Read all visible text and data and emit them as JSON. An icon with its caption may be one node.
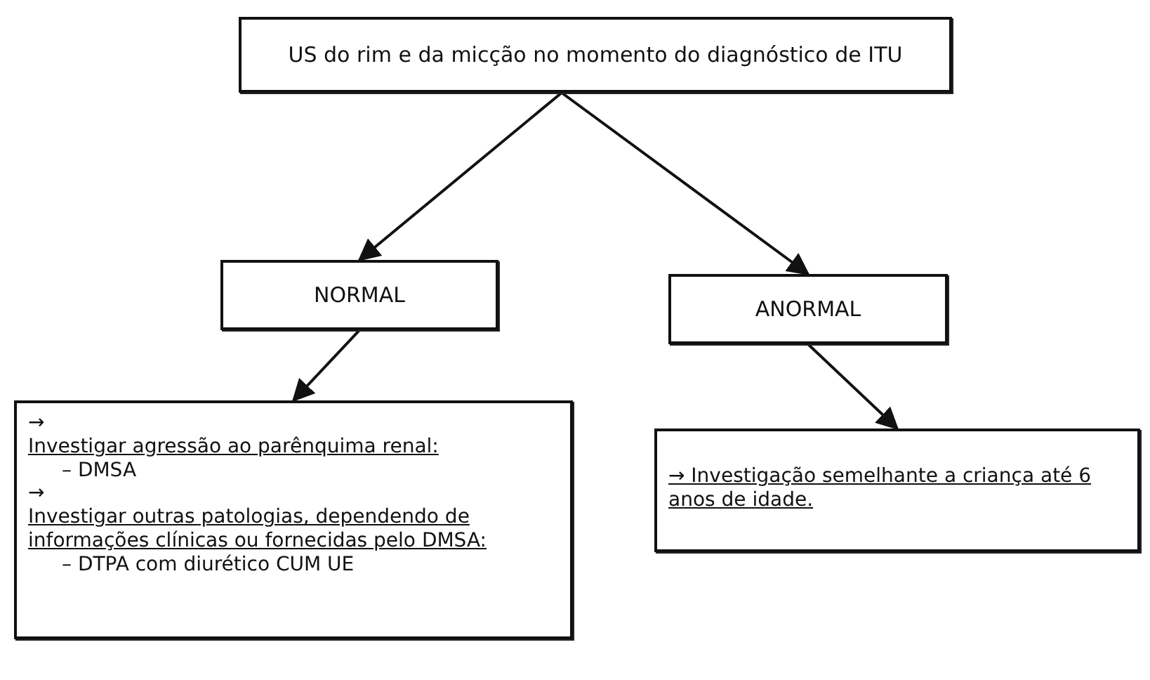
{
  "diagram": {
    "nodes": [
      {
        "text": [
          "US do rim e da micção no momento do diagnóstico de ITU"
        ]
      },
      {
        "text": [
          "NORMAL"
        ]
      },
      {
        "text": [
          "ANORMAL"
        ]
      },
      {
        "text": [
          "→",
          "Investigar agressão ao parênquima renal:",
          "– DMSA",
          "→",
          "Investigar outras patologias, dependendo de informações clínicas ou fornecidas pelo DMSA:",
          "– DTPA com diurético CUM UE"
        ]
      },
      {
        "text": [
          "→ Investigação semelhante a criança até 6 anos de idade."
        ]
      }
    ],
    "edges": [
      {
        "from": 0,
        "to": 1,
        "arrow": "to"
      },
      {
        "from": 0,
        "to": 2,
        "arrow": "to"
      },
      {
        "from": 1,
        "to": 3,
        "arrow": "to"
      },
      {
        "from": 2,
        "to": 4,
        "arrow": "to"
      }
    ]
  }
}
